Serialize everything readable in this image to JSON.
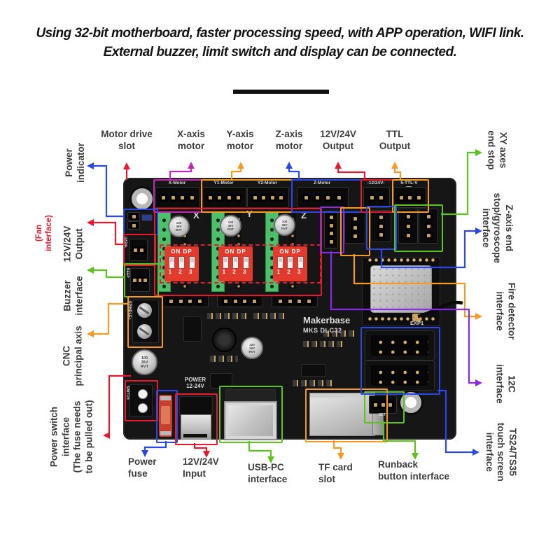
{
  "title": {
    "line1": "Using 32-bit motherboard, faster processing speed, with APP operation, WIFI link.",
    "line2": "External buzzer, limit switch and display can be connected."
  },
  "palette": {
    "red": "#e8192c",
    "magenta": "#c02ab4",
    "orange": "#f59a23",
    "blue": "#2b47e8",
    "green": "#5cc21e",
    "purple": "#8a2be2",
    "label_text": "#3c3c3c",
    "board": "#161616"
  },
  "board": {
    "brand_name": "Makerbase",
    "brand_model": "MKS DLC32",
    "exp_label": "EXP1",
    "top_connectors": [
      {
        "label": "X-Motor"
      },
      {
        "label": "Y1-Motor"
      },
      {
        "label": "Y2-Motor"
      },
      {
        "label": "Z-Motor"
      },
      {
        "label": "-12/24V-"
      },
      {
        "label": "5-TTL-V"
      }
    ],
    "drivers": {
      "channels": [
        "X",
        "Y",
        "Z"
      ],
      "dip_top": "ON DP",
      "dip_bottom": "1 2 3",
      "cap_lines": [
        "100",
        "35V",
        "RVT"
      ]
    },
    "cap220_lines": [
      "220",
      "16V",
      "RVT"
    ],
    "silk": {
      "spindle": "-SPINDLE+",
      "switch": "SWITCH",
      "beep": "BEEP",
      "out12": "-12/24+",
      "power_line1": "POWER",
      "power_line2": "12-24V",
      "set": "SET"
    }
  },
  "callouts": {
    "top": [
      {
        "id": "motor-drive-slot",
        "lines": [
          "Motor drive",
          "slot"
        ],
        "color": "red"
      },
      {
        "id": "x-axis-motor",
        "lines": [
          "X-axis",
          "motor"
        ],
        "color": "magenta"
      },
      {
        "id": "y-axis-motor",
        "lines": [
          "Y-axis",
          "motor"
        ],
        "color": "orange"
      },
      {
        "id": "z-axis-motor",
        "lines": [
          "Z-axis",
          "motor"
        ],
        "color": "blue"
      },
      {
        "id": "output-12v24v",
        "lines": [
          "12V/24V",
          "Output"
        ],
        "color": "red"
      },
      {
        "id": "ttl-output",
        "lines": [
          "TTL",
          "Output"
        ],
        "color": "orange"
      }
    ],
    "right": [
      {
        "id": "xy-endstop",
        "lines": [
          "XY axes",
          "end stop"
        ],
        "color": "green"
      },
      {
        "id": "z-endstop",
        "lines": [
          "Z-axis end",
          "stop/gyroscope",
          "interface"
        ],
        "color": "blue"
      },
      {
        "id": "fire-detector",
        "lines": [
          "Fire detector",
          "interface"
        ],
        "color": "orange"
      },
      {
        "id": "i2c",
        "lines": [
          "12C",
          "interface"
        ],
        "color": "purple"
      },
      {
        "id": "touch-screen",
        "lines": [
          "TS24/TS35",
          "touch screen",
          "interface"
        ],
        "color": "blue"
      }
    ],
    "bottom": [
      {
        "id": "power-fuse",
        "lines": [
          "Power",
          "fuse"
        ],
        "color": "blue"
      },
      {
        "id": "input-12v24v",
        "lines": [
          "12V/24V",
          "Input"
        ],
        "color": "red"
      },
      {
        "id": "usb-pc",
        "lines": [
          "USB-PC",
          "interface"
        ],
        "color": "green"
      },
      {
        "id": "tf-card",
        "lines": [
          "TF card",
          "slot"
        ],
        "color": "orange"
      },
      {
        "id": "runback",
        "lines": [
          "Runback",
          "button interface"
        ],
        "color": "green"
      }
    ],
    "left": [
      {
        "id": "power-indicator",
        "lines": [
          "Power",
          "indicator"
        ],
        "color": "blue"
      },
      {
        "id": "fan-interface",
        "lines": [
          "(Fan",
          "interface)"
        ],
        "color": "red"
      },
      {
        "id": "output-12v24v-left",
        "lines": [
          "12V/24V",
          "Output"
        ],
        "color": "red"
      },
      {
        "id": "buzzer",
        "lines": [
          "Buzzer",
          "interface"
        ],
        "color": "green"
      },
      {
        "id": "cnc-spindle",
        "lines": [
          "CNC",
          "principal axis"
        ],
        "color": "orange"
      },
      {
        "id": "power-switch",
        "lines": [
          "Power switch",
          "interface",
          "(The fuse needs",
          "to be pulled out)"
        ],
        "color": "red"
      }
    ]
  }
}
